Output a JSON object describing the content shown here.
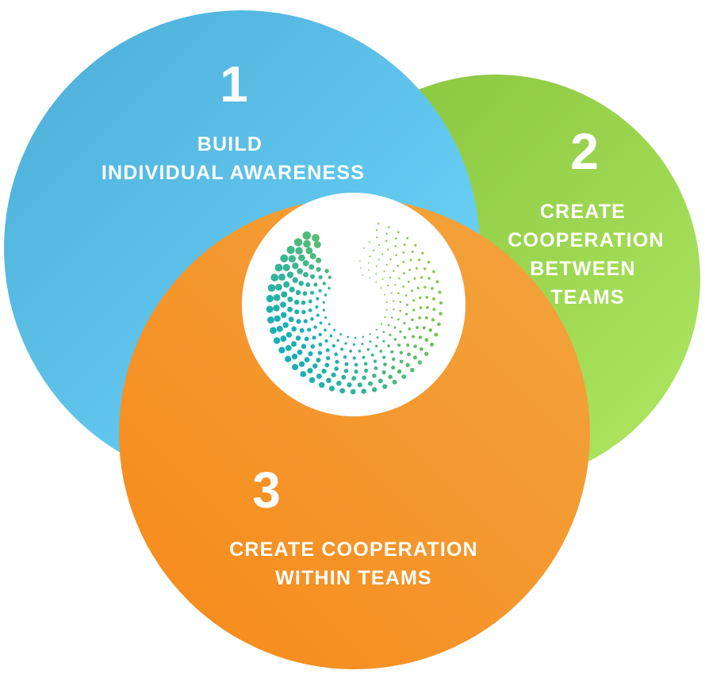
{
  "colors": {
    "blue_light": "#6DD8FF",
    "blue_dark": "#4FB0D8",
    "green_light": "#A8E05A",
    "green_dark": "#8CC63F",
    "orange_light": "#F3A23B",
    "orange_dark": "#F68D1E",
    "dots_start": "#19AEB6",
    "dots_end": "#8CC63F"
  },
  "sections": [
    {
      "id": "individual",
      "number": "1",
      "lines": [
        "BUILD",
        "INDIVIDUAL AWARENESS"
      ]
    },
    {
      "id": "between",
      "number": "2",
      "lines": [
        "CREATE",
        "COOPERATION",
        "BETWEEN",
        "TEAMS"
      ]
    },
    {
      "id": "within",
      "number": "3",
      "lines": [
        "CREATE COOPERATION",
        "WITHIN TEAMS"
      ]
    }
  ],
  "center_icon": "spiral-dots-logo"
}
